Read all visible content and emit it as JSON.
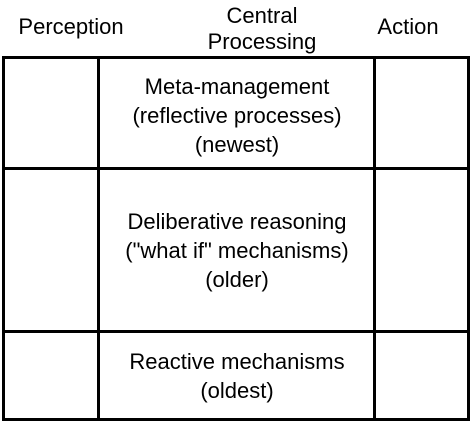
{
  "headers": {
    "perception": "Perception",
    "central_line1": "Central",
    "central_line2": "Processing",
    "action": "Action"
  },
  "layers": [
    {
      "line1": "Meta-management",
      "line2": "(reflective processes)",
      "line3": "(newest)"
    },
    {
      "line1": "Deliberative reasoning",
      "line2": "(\"what if\" mechanisms)",
      "line3": "(older)"
    },
    {
      "line1": "Reactive mechanisms",
      "line2": "(oldest)"
    }
  ]
}
